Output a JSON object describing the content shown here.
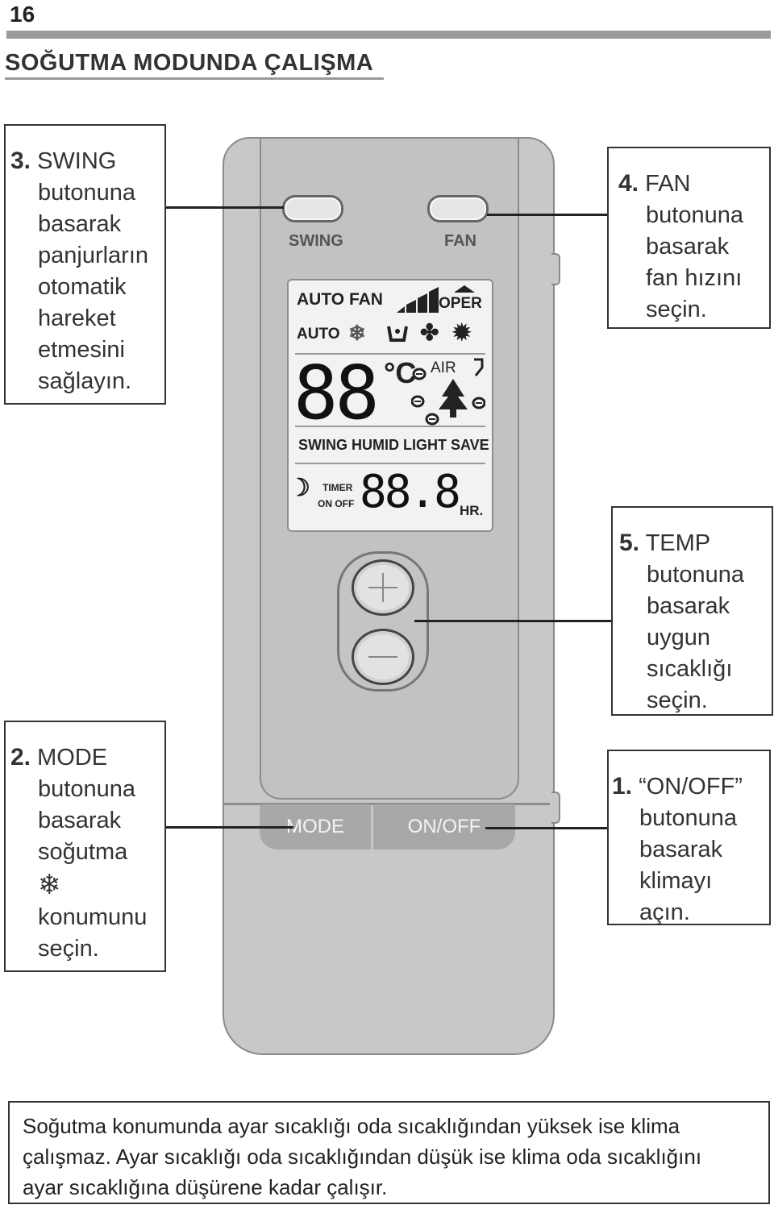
{
  "page_number": "16",
  "heading": "SOĞUTMA MODUNDA ÇALIŞMA",
  "callouts": {
    "swing": {
      "num": "3.",
      "lines": [
        "SWING",
        "butonuna",
        "basarak",
        "panjurların",
        "otomatik",
        "hareket",
        "etmesini",
        "sağlayın."
      ]
    },
    "fan": {
      "num": "4.",
      "lines": [
        "FAN",
        "butonuna",
        "basarak",
        "fan hızını",
        "seçin."
      ]
    },
    "temp": {
      "num": "5.",
      "lines": [
        "TEMP",
        "butonuna",
        "basarak",
        "uygun",
        "sıcaklığı",
        "seçin."
      ]
    },
    "mode": {
      "num": "2.",
      "lines": [
        "MODE",
        "butonuna",
        "basarak",
        "soğutma",
        "konumunu",
        "seçin."
      ],
      "icon": "snowflake-icon"
    },
    "onoff": {
      "num": "1.",
      "lines": [
        "“ON/OFF”",
        "butonuna",
        "basarak",
        "klimayı",
        "açın."
      ]
    }
  },
  "remote": {
    "swing_label": "SWING",
    "fan_label": "FAN",
    "mode_label": "MODE",
    "onoff_label": "ON/OFF",
    "lcd": {
      "auto_fan": "AUTO  FAN",
      "oper": "OPER",
      "auto_mode": "AUTO",
      "temp_digits": "88",
      "celsius": "°C",
      "air": "AIR",
      "functions": "SWING  HUMID  LIGHT  SAVE",
      "timer": "TIMER",
      "on_off": "ON OFF",
      "timer_digits": "88.8",
      "hr": "HR."
    }
  },
  "note": {
    "lines": [
      "Soğutma konumunda ayar sıcaklığı oda sıcaklığından yüksek ise klima",
      "çalışmaz. Ayar sıcaklığı oda sıcaklığından düşük ise klima oda sıcaklığını",
      "ayar sıcaklığına düşürene kadar çalışır."
    ]
  }
}
